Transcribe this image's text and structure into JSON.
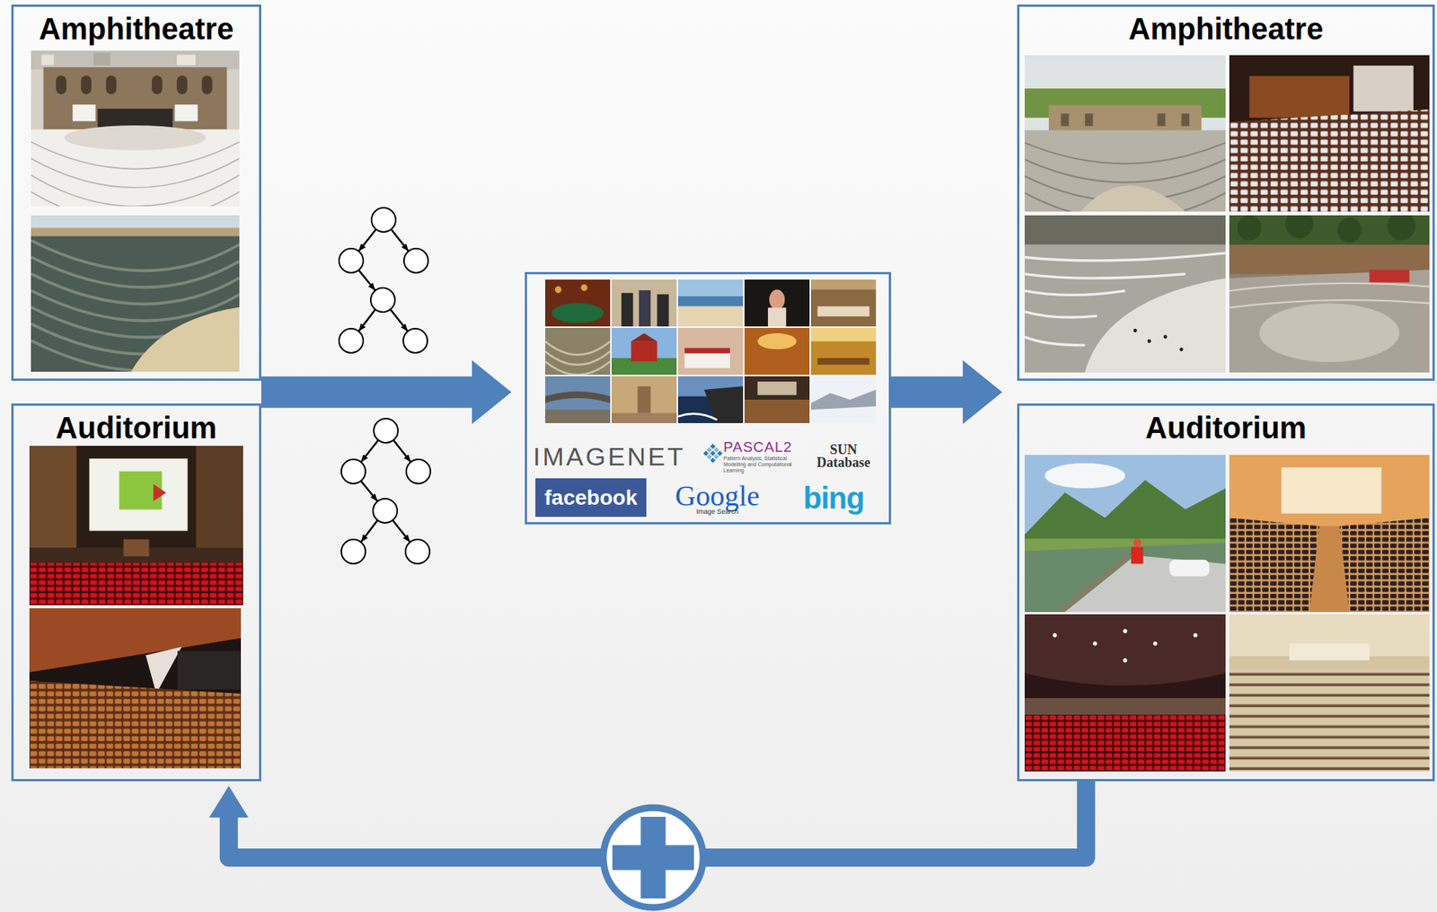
{
  "diagram": {
    "nodes": [
      {
        "text": [
          "Amphitheatre"
        ]
      },
      {
        "text": [
          "Auditorium"
        ]
      },
      {
        "text": [
          "IMAGENET",
          "PASCAL2",
          "Pattern Analysis, Statistical Modelling and Computational Learning",
          "SUN Database",
          "facebook",
          "Google",
          "Image Search",
          "bing"
        ]
      },
      {
        "text": [
          "Amphitheatre"
        ]
      },
      {
        "text": [
          "Auditorium"
        ]
      }
    ],
    "edges": [
      {
        "from": 0,
        "to": 2,
        "arrow": "to"
      },
      {
        "from": 1,
        "to": 2,
        "arrow": "to"
      },
      {
        "from": 2,
        "to": 3,
        "arrow": "to"
      },
      {
        "from": 2,
        "to": 4,
        "arrow": "to"
      },
      {
        "from": 4,
        "to": 1,
        "arrow": "to"
      }
    ]
  }
}
